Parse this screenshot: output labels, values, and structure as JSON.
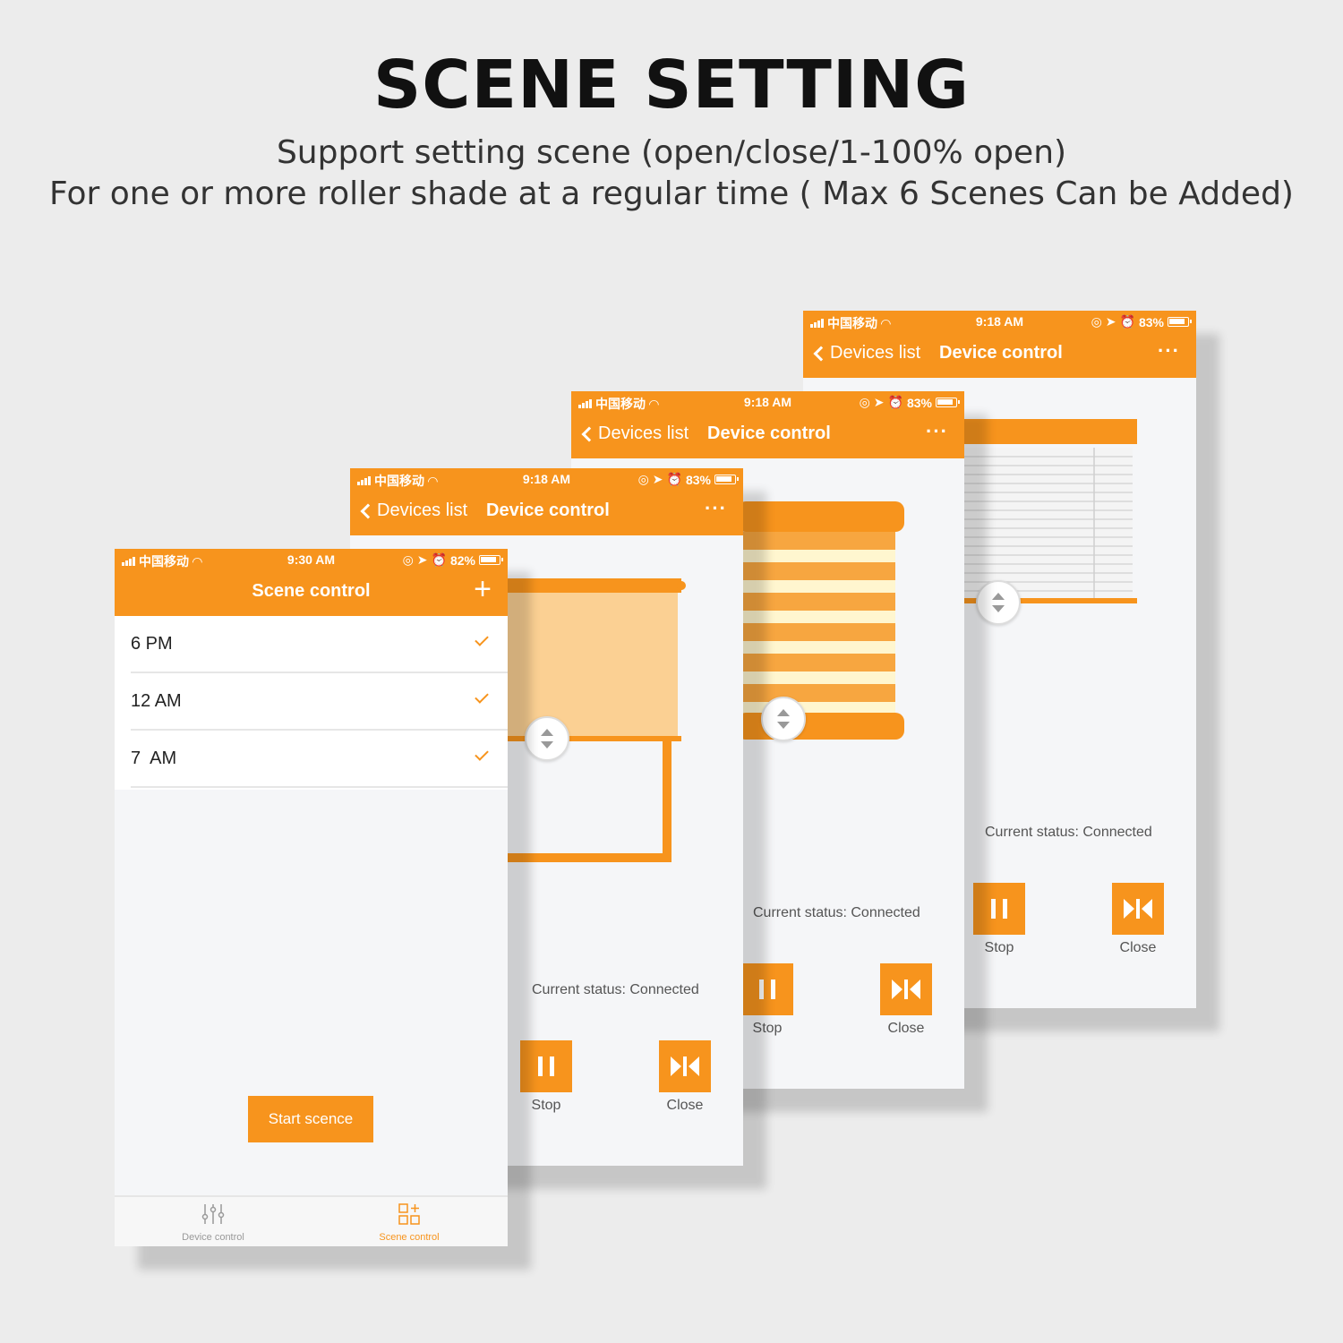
{
  "heading": "SCENE SETTING",
  "subtitle_line1": "Support setting scene (open/close/1-100% open)",
  "subtitle_line2": "For one or more roller shade at a regular time ( Max 6 Scenes Can be Added)",
  "colors": {
    "accent": "#f7941d",
    "background": "#ececec",
    "screen": "#f5f6f8",
    "shade_fill": "#fbd093",
    "stripe_light": "#fff6cf"
  },
  "device_screens": [
    {
      "carrier": "中国移动",
      "time": "9:18 AM",
      "battery": "83%",
      "back_label": "Devices list",
      "title": "Device control",
      "more": "···",
      "status_text": "Current status: Connected",
      "stop_label": "Stop",
      "close_label": "Close",
      "shade": "roller"
    },
    {
      "carrier": "中国移动",
      "time": "9:18 AM",
      "battery": "83%",
      "back_label": "Devices list",
      "title": "Device control",
      "more": "···",
      "status_text": "Current status: Connected",
      "stop_label": "Stop",
      "close_label": "Close",
      "shade": "zebra"
    },
    {
      "carrier": "中国移动",
      "time": "9:18 AM",
      "battery": "83%",
      "back_label": "Devices list",
      "title": "Device control",
      "more": "···",
      "status_text": "Current status: Connected",
      "stop_label": "Stop",
      "close_label": "Close",
      "shade": "venetian"
    }
  ],
  "scene_screen": {
    "carrier": "中国移动",
    "time": "9:30 AM",
    "battery": "82%",
    "title": "Scene control",
    "add": "+",
    "scenes": [
      {
        "time": "6 PM",
        "selected": true
      },
      {
        "time": "12 AM",
        "selected": true
      },
      {
        "time": "7  AM",
        "selected": true
      }
    ],
    "start_button": "Start scence",
    "tabs": [
      {
        "label": "Device control",
        "icon": "sliders-icon",
        "active": false
      },
      {
        "label": "Scene control",
        "icon": "scene-grid-icon",
        "active": true
      }
    ]
  }
}
